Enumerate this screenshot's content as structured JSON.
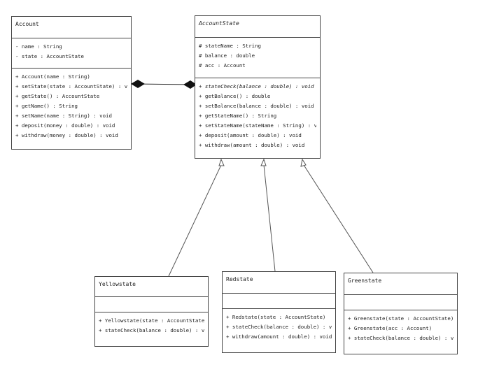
{
  "classes": {
    "account": {
      "name": "Account",
      "attributes": [
        "- name : String",
        "- state : AccountState"
      ],
      "operations": [
        "+ Account(name : String)",
        "+ setState(state : AccountState) : void",
        "+ getState() : AccountState",
        "+ getName() : String",
        "+ setName(name : String) : void",
        "+ deposit(money : double) : void",
        "+ withdraw(money : double) : void"
      ]
    },
    "account_state": {
      "name": "AccountState",
      "attributes": [
        "# stateName : String",
        "# balance : double",
        "# acc : Account"
      ],
      "operations": [
        "+ stateCheck(balance : double) : void",
        "+ getBalance() : double",
        "+ setBalance(balance : double) : void",
        "+ getStateName() : String",
        "+ setStateName(stateName : String) : void",
        "+ deposit(amount : double) : void",
        "+ withdraw(amount : double) : void"
      ]
    },
    "yellowstate": {
      "name": "Yellowstate",
      "operations": [
        "+ Yellowstate(state : AccountState)",
        "+ stateCheck(balance : double) : void"
      ]
    },
    "redstate": {
      "name": "Redstate",
      "operations": [
        "+ Redstate(state : AccountState)",
        "+ stateCheck(balance : double) : void",
        "+ withdraw(amount : double) : void"
      ]
    },
    "greenstate": {
      "name": "Greenstate",
      "operations": [
        "+ Greenstate(state : AccountState)",
        "+ Greenstate(acc : Account)",
        "+ stateCheck(balance : double) : void"
      ]
    }
  }
}
